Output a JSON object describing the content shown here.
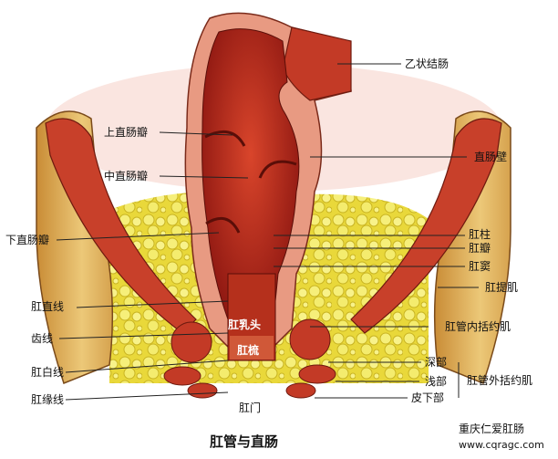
{
  "title": "肛管与直肠",
  "credit": {
    "name": "重庆仁爱肛肠",
    "url": "www.cqragc.com"
  },
  "labels": {
    "left": {
      "upper_valve": "上直肠瓣",
      "middle_valve": "中直肠瓣",
      "lower_valve": "下直肠瓣",
      "anorectal_line": "肛直线",
      "dentate_line": "齿线",
      "white_line": "肛白线",
      "anal_verge": "肛缘线"
    },
    "right": {
      "sigmoid": "乙状结肠",
      "rectal_wall": "直肠壁",
      "anal_column": "肛柱",
      "anal_valve": "肛瓣",
      "anal_sinus": "肛窦",
      "levator_ani": "肛提肌",
      "internal_sphincter": "肛管内括约肌",
      "deep": "深部",
      "superficial": "浅部",
      "subcutaneous": "皮下部",
      "external_sphincter": "肛管外括约肌"
    },
    "center": {
      "anal_papilla": "肛乳头",
      "pecten": "肛梳",
      "anus": "肛门"
    }
  },
  "colors": {
    "mucosa": "#b3261e",
    "wall": "#e89a82",
    "fat": "#f2e640",
    "bone": "#e0b860",
    "muscle": "#c8402a"
  }
}
